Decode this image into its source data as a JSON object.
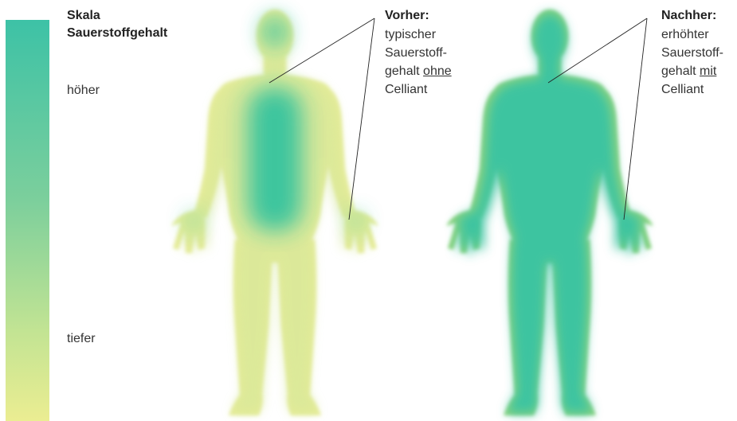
{
  "scale": {
    "title_line1": "Skala",
    "title_line2": "Sauerstoffgehalt",
    "high_label": "höher",
    "low_label": "tiefer",
    "gradient_top": "#3dc2a6",
    "gradient_bottom": "#ebed92"
  },
  "before": {
    "heading": "Vorher:",
    "line1": "typischer",
    "line2": "Sauerstoff-",
    "line3_prefix": "gehalt ",
    "line3_underlined": "ohne",
    "line4": "Celliant",
    "core_color": "#20bf9f",
    "edge_color": "#e6ec98"
  },
  "after": {
    "heading": "Nachher:",
    "line1": "erhöhter",
    "line2": "Sauerstoff-",
    "line3_prefix": "gehalt ",
    "line3_underlined": "mit",
    "line4": "Celliant",
    "core_color": "#3cc4a0",
    "edge_color": "#8ed37e"
  },
  "colors": {
    "text": "#333333",
    "leader_line": "#222222"
  }
}
